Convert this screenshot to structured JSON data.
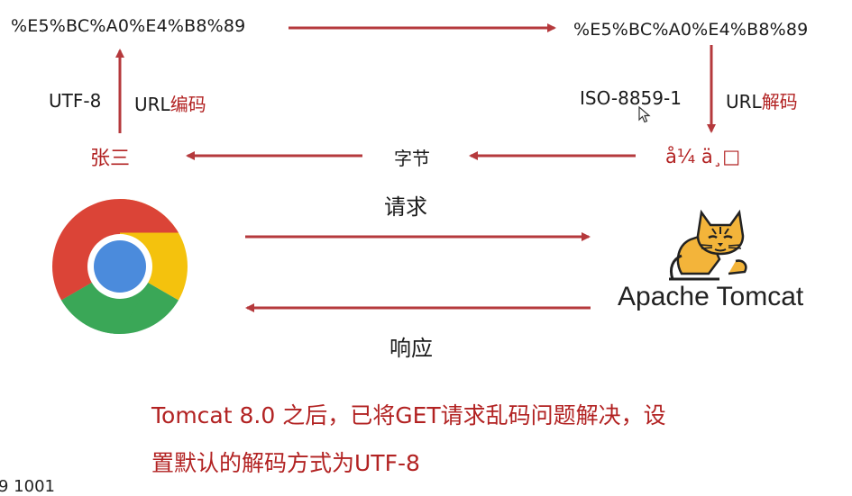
{
  "top_left_encoded": "%E5%BC%A0%E4%B8%89",
  "top_right_encoded": "%E5%BC%A0%E4%B8%89",
  "left_charset": "UTF-8",
  "left_op_prefix": "URL",
  "left_op_suffix": "编码",
  "right_charset": "ISO-8859-1",
  "right_op_prefix": "URL",
  "right_op_suffix": "解码",
  "original_name": "张三",
  "bytes_label": "字节",
  "garbled_text": "å¼ ä¸□",
  "request_label": "请求",
  "response_label": "响应",
  "server_name": "Apache Tomcat",
  "note_line1": "Tomcat 8.0 之后，已将GET请求乱码问题解决，设",
  "note_line2": "置默认的解码方式为UTF-8",
  "corner_fragment": "9 1001",
  "colors": {
    "arrow": "#b5393c",
    "accent_text": "#b22222"
  },
  "icons": [
    "chrome-icon",
    "tomcat-icon",
    "mouse-cursor-icon"
  ]
}
